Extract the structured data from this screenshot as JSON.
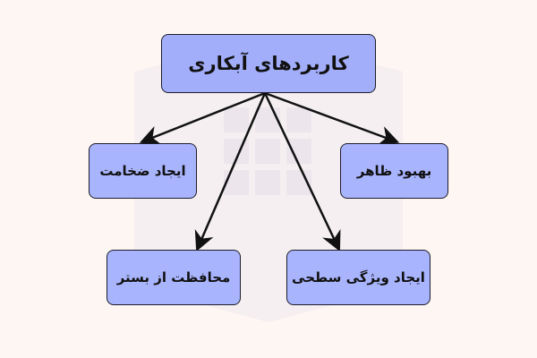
{
  "diagram": {
    "root": {
      "label": "کاربردهای آبکاری"
    },
    "children": [
      {
        "id": "thickness",
        "label": "ایجاد ضخامت"
      },
      {
        "id": "appearance",
        "label": "بهبود ظاهر"
      },
      {
        "id": "protection",
        "label": "محافظت از بستر"
      },
      {
        "id": "surface",
        "label": "ایجاد ویژگی سطحی"
      }
    ]
  },
  "colors": {
    "background": "#fdf6f3",
    "node_fill": "#a9b4ff",
    "node_border": "#1c1c2a",
    "arrow": "#111111",
    "watermark": "#efe9ef"
  }
}
